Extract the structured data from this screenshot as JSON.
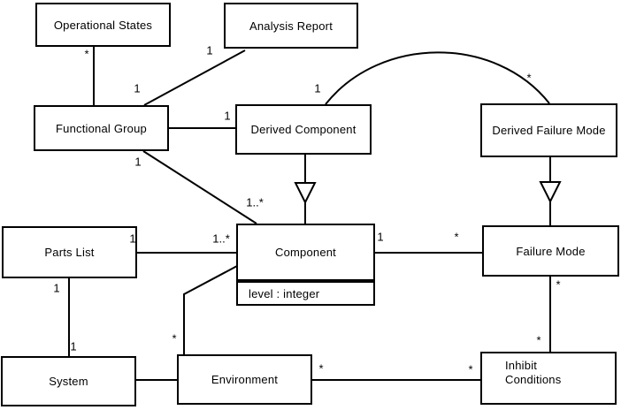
{
  "diagram_type": "uml-class-diagram",
  "colors": {
    "background": "#ffffff",
    "line": "#000000",
    "text": "#000000"
  },
  "classes": [
    {
      "id": "operational-states",
      "name": "Operational States",
      "attributes": []
    },
    {
      "id": "analysis-report",
      "name": "Analysis Report",
      "attributes": []
    },
    {
      "id": "functional-group",
      "name": "Functional Group",
      "attributes": []
    },
    {
      "id": "derived-component",
      "name": "Derived Component",
      "attributes": []
    },
    {
      "id": "derived-failure-mode",
      "name": "Derived Failure Mode",
      "attributes": []
    },
    {
      "id": "parts-list",
      "name": "Parts List",
      "attributes": []
    },
    {
      "id": "component",
      "name": "Component",
      "attributes": [
        "level : integer"
      ]
    },
    {
      "id": "failure-mode",
      "name": "Failure Mode",
      "attributes": []
    },
    {
      "id": "system",
      "name": "System",
      "attributes": []
    },
    {
      "id": "environment",
      "name": "Environment",
      "attributes": []
    },
    {
      "id": "inhibit-conditions",
      "name": "Inhibit Conditions",
      "attributes": []
    }
  ],
  "relationships": [
    {
      "from": "Operational States",
      "to": "Functional Group",
      "type": "association",
      "from_mult": "*",
      "to_mult": ""
    },
    {
      "from": "Analysis Report",
      "to": "Functional Group",
      "type": "association",
      "from_mult": "1",
      "to_mult": "1"
    },
    {
      "from": "Functional Group",
      "to": "Derived Component",
      "type": "association",
      "from_mult": "",
      "to_mult": "1"
    },
    {
      "from": "Functional Group",
      "to": "Component",
      "type": "association",
      "from_mult": "1",
      "to_mult": "1..*"
    },
    {
      "from": "Derived Component",
      "to": "Component",
      "type": "generalization",
      "from_mult": "",
      "to_mult": ""
    },
    {
      "from": "Derived Failure Mode",
      "to": "Failure Mode",
      "type": "generalization",
      "from_mult": "",
      "to_mult": ""
    },
    {
      "from": "Derived Component",
      "to": "Derived Failure Mode",
      "type": "association",
      "from_mult": "1",
      "to_mult": "*"
    },
    {
      "from": "Parts List",
      "to": "Component",
      "type": "association",
      "from_mult": "1",
      "to_mult": "1..*"
    },
    {
      "from": "Component",
      "to": "Failure Mode",
      "type": "association",
      "from_mult": "1",
      "to_mult": "*"
    },
    {
      "from": "Parts List",
      "to": "System",
      "type": "association",
      "from_mult": "1",
      "to_mult": "1"
    },
    {
      "from": "Component",
      "to": "Environment",
      "type": "association",
      "from_mult": "",
      "to_mult": "*"
    },
    {
      "from": "System",
      "to": "Environment",
      "type": "association",
      "from_mult": "",
      "to_mult": ""
    },
    {
      "from": "Environment",
      "to": "Inhibit Conditions",
      "type": "association",
      "from_mult": "*",
      "to_mult": "*"
    },
    {
      "from": "Failure Mode",
      "to": "Inhibit Conditions",
      "type": "association",
      "from_mult": "*",
      "to_mult": "*"
    }
  ]
}
